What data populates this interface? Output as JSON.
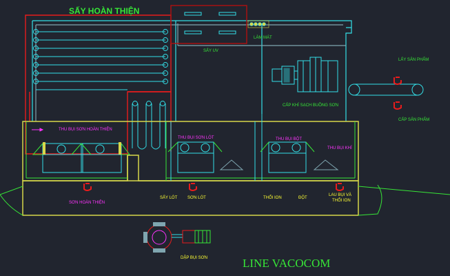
{
  "title": "SẤY HOÀN THIỆN",
  "brand": "LINE VACOCOM",
  "labels": {
    "uv_dryer": "SẤY UV",
    "cooling": "LÀM MÁT",
    "unload_product": "LẤY SẢN PHẨM",
    "clean_air_supply": "CẤP KHÍ SẠCH BUỒNG SƠN",
    "load_product": "CẤP SẢN PHẨM",
    "finish_dust_collect": "THU BỤI SƠN HOÀN THIỆN",
    "primer_dust_collect": "THU BỤI SƠN LÓT",
    "putty_dust_collect": "THU BỤI BỘT",
    "dust_collect": "THU BỤI KHÍ",
    "finish_paint": "SƠN HOÀN THIỆN",
    "primer_dry": "SẤY LÓT",
    "primer_paint": "SƠN LÓT",
    "ion_blow": "THỔI ION",
    "putty": "ĐỘT",
    "wipe_ion": "LAU BỤI VÀ THỔI ION",
    "dust_suppression": "DẬP BỤI SƠN"
  },
  "colors": {
    "background": "#21252f",
    "cyan": "#33e0e8",
    "red": "#e81c1c",
    "yellow": "#d8d84a",
    "green": "#37e637",
    "magenta": "#ff33ff",
    "grey_blue": "#7fa6b0",
    "dark_red": "#b01010"
  }
}
